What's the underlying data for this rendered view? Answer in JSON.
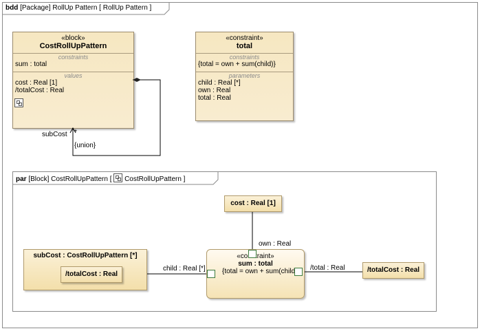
{
  "bdd": {
    "kind": "bdd",
    "header": "[Package] RollUp Pattern [  RollUp Pattern ]"
  },
  "block_costrollup": {
    "stereotype": "«block»",
    "name": "CostRollUpPattern",
    "constraints_title": "constraints",
    "constraints": [
      "sum : total"
    ],
    "values_title": "values",
    "values": [
      "cost : Real [1]",
      "/totalCost : Real"
    ]
  },
  "block_total": {
    "stereotype": "«constraint»",
    "name": "total",
    "constraints_title": "constraints",
    "constraints": [
      "{total = own + sum(child)}"
    ],
    "parameters_title": "parameters",
    "parameters": [
      "child : Real [*]",
      "own : Real",
      "total : Real"
    ]
  },
  "association": {
    "end_name": "subCost",
    "multiplicity": "*",
    "constraint": "{union}"
  },
  "par": {
    "kind": "par",
    "header_pre": "[Block] CostRollUpPattern [",
    "header_post": "CostRollUpPattern ]",
    "cost_part": "cost : Real [1]",
    "subcost_part": "subCost : CostRollUpPattern [*]",
    "subcost_totalcost": "/totalCost : Real",
    "totalcost_part": "/totalCost : Real",
    "constraint_stereotype": "«constraint»",
    "constraint_name": "sum : total",
    "constraint_expr": "{total = own + sum(child)}",
    "own_label": "own : Real",
    "child_label": "child : Real [*]",
    "total_label": "/total : Real"
  }
}
